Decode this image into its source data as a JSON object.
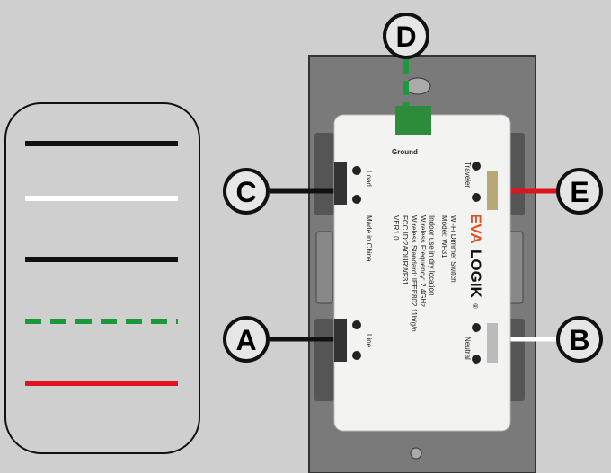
{
  "legend": {
    "lines": [
      {
        "color": "#111111",
        "style": "solid"
      },
      {
        "color": "#ffffff",
        "style": "solid"
      },
      {
        "color": "#111111",
        "style": "solid"
      },
      {
        "color": "#1a9a3a",
        "style": "dashed"
      },
      {
        "color": "#e0141e",
        "style": "solid"
      }
    ]
  },
  "labels": {
    "a": "A",
    "b": "B",
    "c": "C",
    "d": "D",
    "e": "E"
  },
  "switch": {
    "brand_eva": "EVA",
    "brand_logik": "LOGIK",
    "reg": "®",
    "terminals": {
      "ground": "Ground",
      "load": "Load",
      "traveler": "Traveler",
      "line": "Line",
      "neutral": "Neutral"
    },
    "made_in": "Made in China",
    "spec_lines": [
      "Wi-Fi Dimmer Switch",
      "Model: WF31",
      "Indoor use in dry location",
      "Wireless Frequency: 2.4GHz",
      "Wireless Standard: IEEE802.11b/g/n",
      "FCC ID:2AOURWF31",
      "VER1.0"
    ]
  }
}
